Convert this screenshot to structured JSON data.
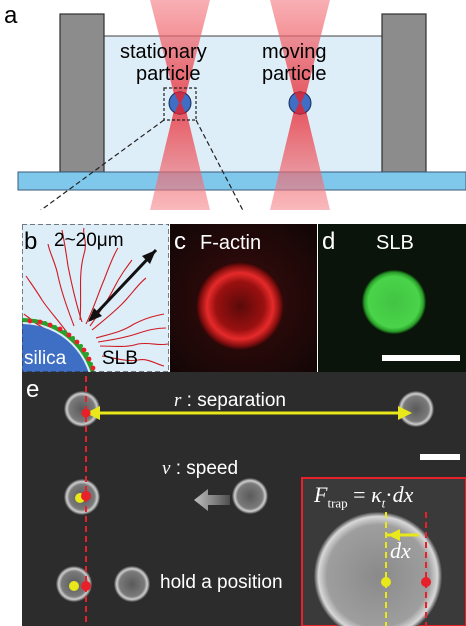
{
  "panel_a": {
    "label": "a",
    "stationary_label_line1": "stationary",
    "stationary_label_line2": "particle",
    "moving_label_line1": "moving",
    "moving_label_line2": "particle"
  },
  "panel_b": {
    "label": "b",
    "length_text": "2~20μm",
    "silica_label": "silica",
    "slb_label": "SLB"
  },
  "panel_c": {
    "label": "c",
    "title": "F-actin"
  },
  "panel_d": {
    "label": "d",
    "title": "SLB"
  },
  "panel_e": {
    "label": "e",
    "separation_symbol": "r",
    "separation_text": " : separation",
    "speed_symbol": "v",
    "speed_text": " : speed",
    "hold_text": "hold a position",
    "formula_F": "F",
    "formula_F_sub": "trap",
    "formula_eq": " = ",
    "formula_kappa": "κ",
    "formula_kappa_sub": "t",
    "formula_dot": "·",
    "formula_dx": "dx",
    "inset_dx": "dx"
  },
  "colors": {
    "accent_red": "#e8202a",
    "yellow": "#e8e81a",
    "trap_light": "#f08a8e",
    "chamber_fill": "#deeef8",
    "wall_gray": "#808080",
    "substrate_blue": "#7fc8ec",
    "particle_blue": "#3f6fc4"
  }
}
